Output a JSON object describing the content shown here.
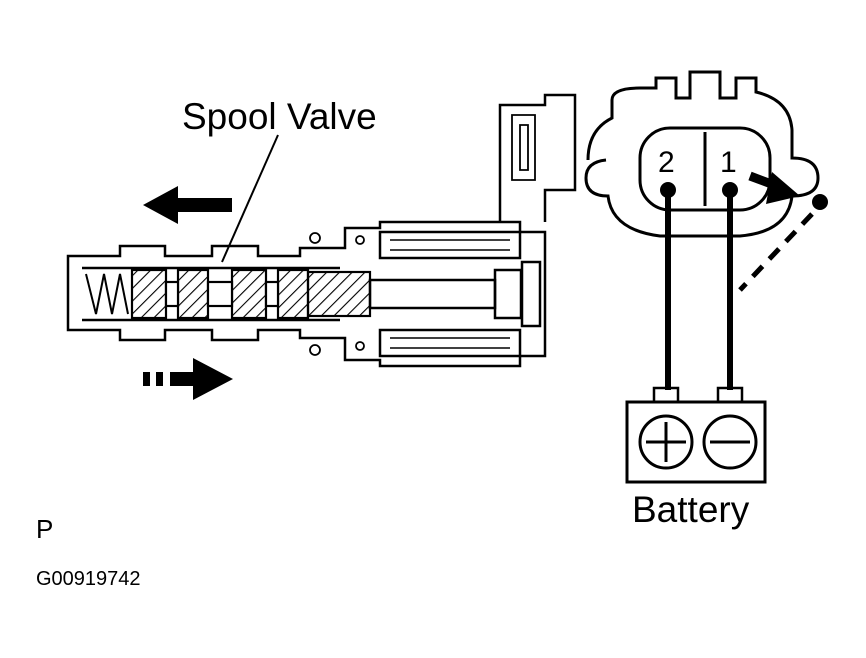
{
  "labels": {
    "spool_valve": "Spool Valve",
    "terminal_2": "2",
    "terminal_1": "1",
    "battery": "Battery",
    "view_letter": "P",
    "figure_id": "G00919742"
  },
  "battery_symbols": {
    "positive": "plus-symbol",
    "negative": "minus-symbol"
  },
  "colors": {
    "ink": "#000000",
    "background": "#ffffff"
  }
}
